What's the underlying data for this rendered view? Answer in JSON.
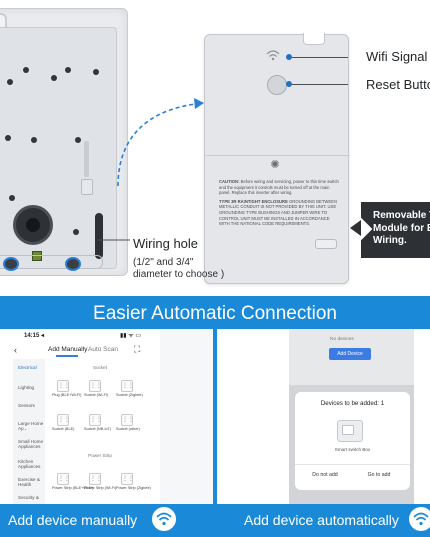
{
  "product": {
    "callouts": {
      "wifi_signal": "Wifi Signal",
      "reset_button": "Reset Butto",
      "wiring_hole": "Wiring hole",
      "wiring_hole_sub_line1": "(1/2\" and 3/4\"",
      "wiring_hole_sub_line2": "diameter to choose )",
      "removable_line1": "Removable T",
      "removable_line2": "Module for E",
      "removable_line3": "Wiring."
    },
    "cover_label": {
      "caution_title": "CAUTION:",
      "caution_body": "Before wiring and servicing, power to this time switch and the equipment it controls must be turned off at the main panel. Replace this inverter after wiring.",
      "type_title": "TYPE 3R RAINTIGHT ENCLOSURE",
      "type_body": "GROUNDING BETWEEN METALLIC CONDUIT IS NOT PROVIDED BY THIS UNIT. USE GROUNDING TYPE BUSHINGS AND JUMPER WIRE TO CONTROL UNIT MUST BE INSTALLED IN ACCORDANCE WITH THE NATIONAL CODE REQUIREMENTS."
    },
    "accent_color": "#1a73c7"
  },
  "section": {
    "title": "Easier Automatic Connection",
    "background_color": "#1a8ad8"
  },
  "left_panel": {
    "caption": "Add device manually",
    "status_time": "14:15 ◂",
    "status_icons": "▮▮ ᯤ ▭",
    "tabs": {
      "active": "Add Manually",
      "inactive": "Auto Scan"
    },
    "categories": [
      "Electrical",
      "Lighting",
      "Sensors",
      "Large Home Ap...",
      "Small Home Appliances",
      "Kitchen Appliances",
      "Exercise & Health",
      "Security &"
    ],
    "socket_header": "Socket",
    "power_strip_header": "Power Strip",
    "socket_devices": [
      "Plug (BLE+Wi-Fi)",
      "Socket (Wi-Fi)",
      "Socket (Zigbee)",
      "Socket (BLE)",
      "Socket (NB-IoT)",
      "Socket (other)"
    ],
    "strip_devices": [
      "Power Strip (BLE+Wi-Fi)",
      "Power Strip (Wi-Fi)",
      "Power Strip (Zigbee)"
    ]
  },
  "right_panel": {
    "caption": "Add device automatically",
    "top_small_text": "No devices",
    "add_button": "Add Device",
    "sheet_title": "Devices to be added: 1",
    "device_label": "Smart switch Box",
    "btn_not_add": "Do not add",
    "btn_go_add": "Go to add"
  }
}
